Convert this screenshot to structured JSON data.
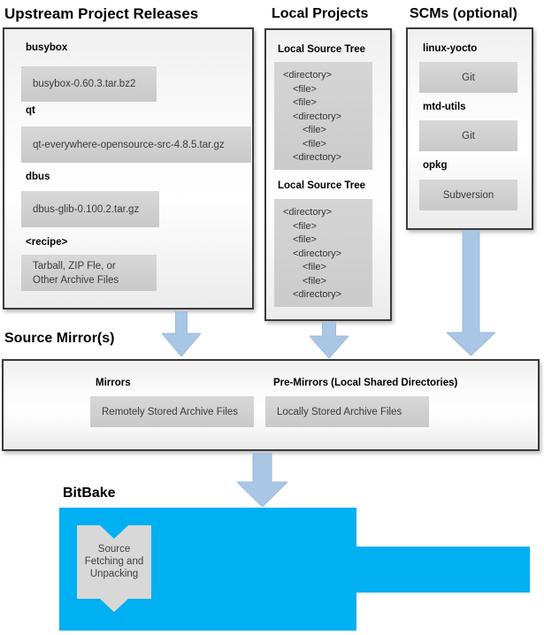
{
  "titles": {
    "upstream": "Upstream Project Releases",
    "local": "Local Projects",
    "scms": "SCMs (optional)",
    "mirror": "Source Mirror(s)",
    "bitbake": "BitBake"
  },
  "upstream": {
    "items": [
      {
        "label": "busybox",
        "lines": [
          "busybox-0.60.3.tar.bz2"
        ]
      },
      {
        "label": "qt",
        "lines": [
          "qt-everywhere-opensource-src-4.8.5.tar.gz"
        ]
      },
      {
        "label": "dbus",
        "lines": [
          "dbus-glib-0.100.2.tar.gz"
        ]
      },
      {
        "label": "<recipe>",
        "lines": [
          "Tarball, ZIP Fle, or",
          "Other Archive Files"
        ]
      }
    ]
  },
  "local": {
    "trees": [
      {
        "title": "Local Source Tree",
        "lines": [
          "<directory>",
          "<file>",
          "<file>",
          "<directory>",
          "<file>",
          "<file>",
          "<directory>"
        ]
      },
      {
        "title": "Local Source Tree",
        "lines": [
          "<directory>",
          "<file>",
          "<file>",
          "<directory>",
          "<file>",
          "<file>",
          "<directory>"
        ]
      }
    ]
  },
  "scms": {
    "items": [
      {
        "label": "linux-yocto",
        "value": "Git"
      },
      {
        "label": "mtd-utils",
        "value": "Git"
      },
      {
        "label": "opkg",
        "value": "Subversion"
      }
    ]
  },
  "mirror": {
    "mirrors_label": "Mirrors",
    "mirrors_value": "Remotely Stored Archive Files",
    "premirrors_label": "Pre-Mirrors (Local Shared Directories)",
    "premirrors_value": "Locally Stored Archive Files"
  },
  "bitbake": {
    "ribbon_lines": [
      "Source",
      "Fetching and",
      "Unpacking"
    ]
  },
  "colors": {
    "bitbake_blue": "#00b0f0",
    "arrow_blue": "#a9c6e4",
    "ribbon_gray": "#d8d8d8"
  }
}
